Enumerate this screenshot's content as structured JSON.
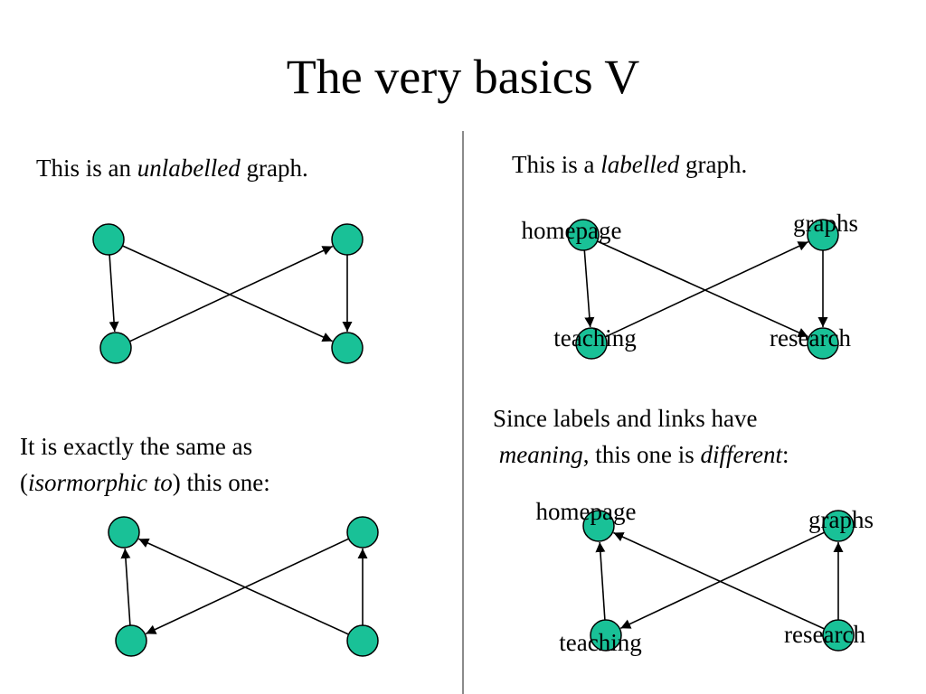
{
  "slide": {
    "title": "The very basics V"
  },
  "captions": {
    "unlabelled": {
      "prefix": "This is  an ",
      "emphasis": "unlabelled",
      "suffix": " graph."
    },
    "labelled": {
      "prefix": "This is  a ",
      "emphasis": "labelled",
      "suffix": " graph."
    },
    "isomorphic": {
      "line1": "It is exactly the same as",
      "open_paren": "(",
      "emphasis": "isormorphic to",
      "suffix": ") this one:"
    },
    "different": {
      "line1": "Since labels and links have",
      "emphasis1": "meaning",
      "middle": ", this one is ",
      "emphasis2": "different",
      "suffix": ":"
    }
  },
  "colors": {
    "node_fill": "#19c197",
    "node_stroke": "#000000",
    "edge": "#000000"
  },
  "graphs": {
    "unlabelled": {
      "nodes": [
        "top-left",
        "top-right",
        "bottom-left",
        "bottom-right"
      ],
      "edges": [
        [
          "top-left",
          "bottom-left"
        ],
        [
          "top-left",
          "bottom-right"
        ],
        [
          "bottom-left",
          "top-right"
        ],
        [
          "top-right",
          "bottom-right"
        ]
      ]
    },
    "isomorphic": {
      "nodes": [
        "top-left",
        "top-right",
        "bottom-left",
        "bottom-right"
      ],
      "edges": [
        [
          "bottom-left",
          "top-left"
        ],
        [
          "bottom-right",
          "top-left"
        ],
        [
          "top-right",
          "bottom-left"
        ],
        [
          "bottom-right",
          "top-right"
        ]
      ]
    },
    "labelled": {
      "nodes": [
        "homepage",
        "graphs",
        "teaching",
        "research"
      ],
      "edges": [
        [
          "homepage",
          "teaching"
        ],
        [
          "homepage",
          "research"
        ],
        [
          "teaching",
          "graphs"
        ],
        [
          "graphs",
          "research"
        ]
      ]
    },
    "different": {
      "nodes": [
        "homepage",
        "graphs",
        "teaching",
        "research"
      ],
      "edges": [
        [
          "teaching",
          "homepage"
        ],
        [
          "research",
          "homepage"
        ],
        [
          "graphs",
          "teaching"
        ],
        [
          "research",
          "graphs"
        ]
      ]
    }
  }
}
